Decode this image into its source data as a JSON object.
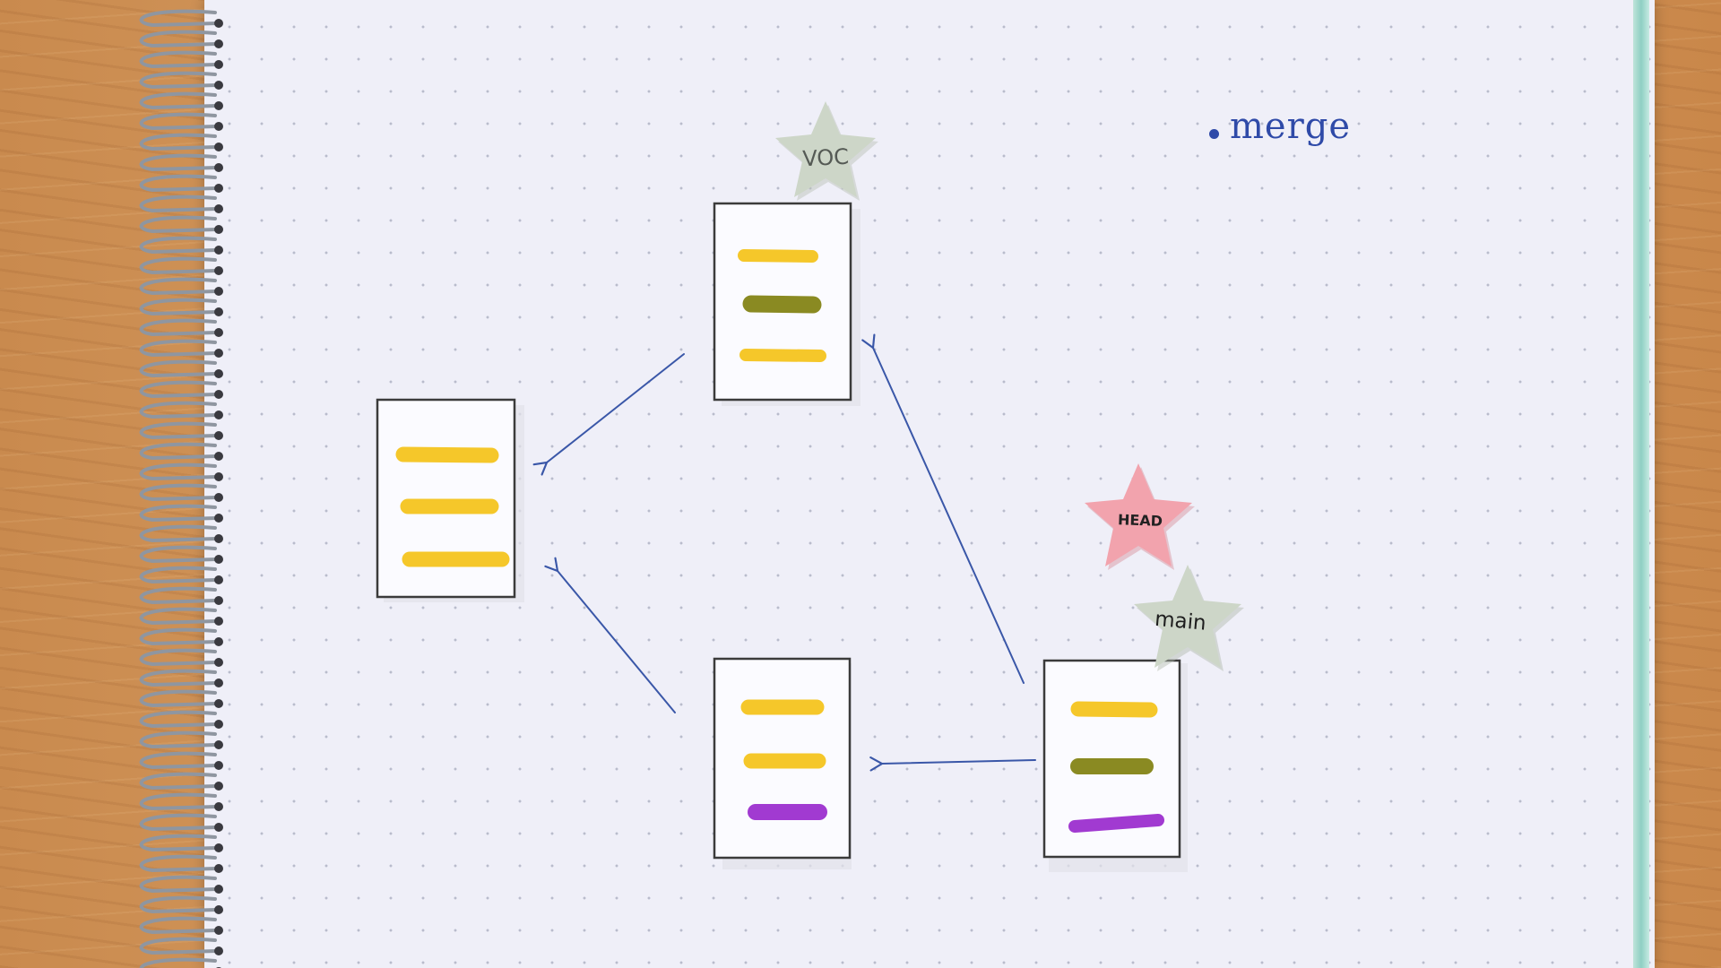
{
  "note": {
    "bullet_label": "merge"
  },
  "tags": {
    "voc": "VOC",
    "head": "HEAD",
    "main": "main"
  },
  "colors": {
    "ink": "#3a57a8",
    "box_border": "#3b3b3b",
    "yellow": "#f5c72a",
    "olive": "#8a8a22",
    "purple": "#a13ad1",
    "star_grey": "#cdd6c8",
    "star_pink": "#f2a3ad"
  },
  "commits": [
    {
      "id": "root",
      "stripes": [
        "yellow",
        "yellow",
        "yellow"
      ]
    },
    {
      "id": "voc-commit",
      "stripes": [
        "yellow",
        "olive",
        "yellow"
      ]
    },
    {
      "id": "purple-commit",
      "stripes": [
        "yellow",
        "yellow",
        "purple"
      ]
    },
    {
      "id": "merge-commit",
      "stripes": [
        "yellow",
        "olive",
        "purple"
      ]
    }
  ]
}
